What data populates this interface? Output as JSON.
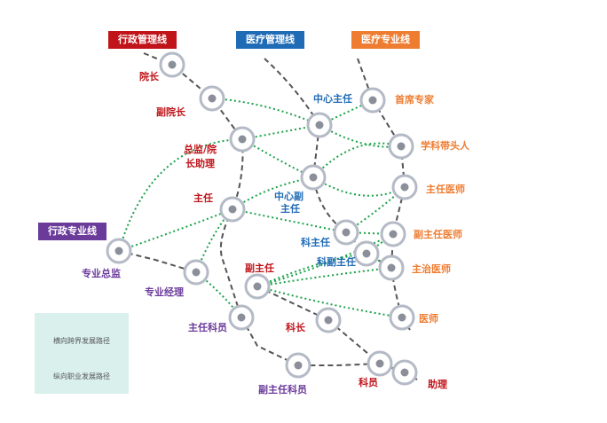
{
  "headers": {
    "admin_mgmt": "行政管理线",
    "medical_mgmt": "医疗管理线",
    "medical_pro": "医疗专业线",
    "admin_pro": "行政专业线"
  },
  "nodes": {
    "dean": "院长",
    "vice_dean": "副院长",
    "director_line1": "总监/院",
    "director_line2": "长助理",
    "supervisor": "主任",
    "vice_supervisor": "副主任",
    "section_chief": "科长",
    "section_staff": "科员",
    "assistant": "助理",
    "center_director": "中心主任",
    "center_vice_line1": "中心副",
    "center_vice_line2": "主任",
    "dept_director": "科主任",
    "dept_vice_director": "科副主任",
    "chief_expert": "首席专家",
    "discipline_leader": "学科带头人",
    "chief_physician": "主任医师",
    "assoc_chief_physician": "副主任医师",
    "attending_physician": "主治医师",
    "physician": "医师",
    "pro_director": "专业总监",
    "pro_manager": "专业经理",
    "chief_clerk": "主任科员",
    "vice_chief_clerk": "副主任科员"
  },
  "legend": {
    "horizontal": "横向跨界发展路径",
    "vertical": "纵向职业发展路径"
  },
  "colors": {
    "admin_mgmt": "#c0141a",
    "medical_mgmt": "#1f6bb5",
    "medical_pro": "#ee7d32",
    "admin_pro": "#6b3b9a",
    "dotted": "#1aa34a",
    "dashed": "#555555",
    "node_ring": "#b4bac6",
    "legend_bg": "#d9f0ec"
  }
}
